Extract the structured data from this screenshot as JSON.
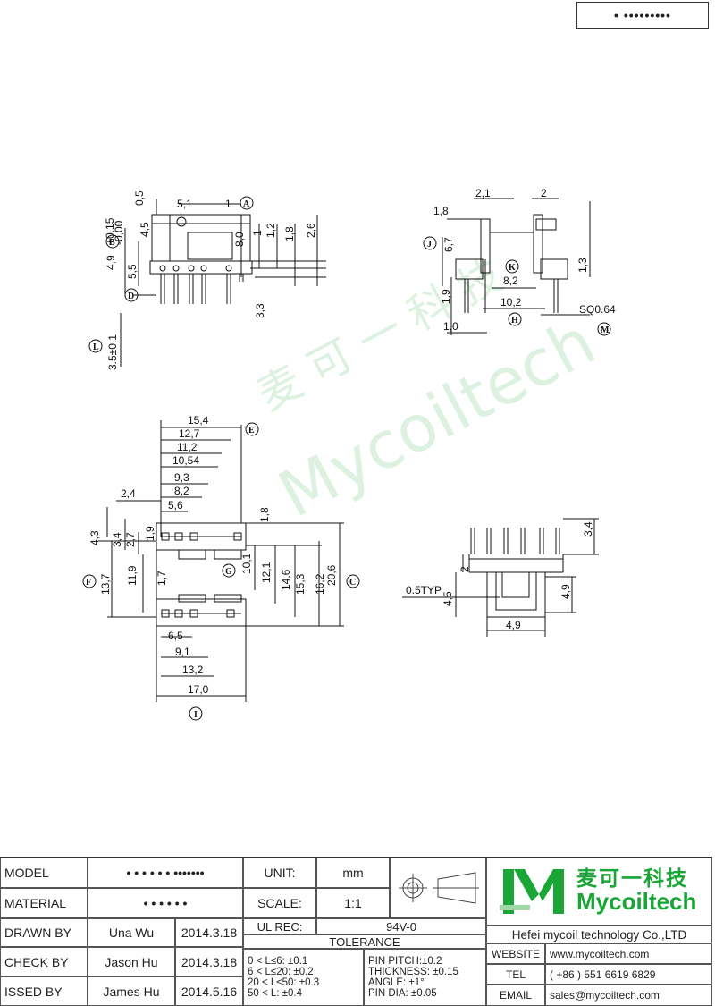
{
  "doc_id": "• •••••••••",
  "watermark": {
    "cn": "麦 可 一 科 技",
    "en": "Mycoiltech"
  },
  "circle_labels": [
    "A",
    "B",
    "C",
    "D",
    "E",
    "F",
    "G",
    "H",
    "I",
    "J",
    "K",
    "L",
    "M"
  ],
  "view_top_left": {
    "dims": [
      "0,5",
      "5,1",
      "1",
      "8,0",
      "1",
      "1,2",
      "1,8",
      "2,6",
      "4,9",
      "+0,15",
      "-0,00",
      "5,5",
      "3,3",
      "3.5±0.1",
      "4,5"
    ]
  },
  "view_top_right": {
    "dims": [
      "2,1",
      "2",
      "1,8",
      "6,7",
      "1,3",
      "8,2",
      "1,9",
      "10,2",
      "SQ0.64",
      "1,0"
    ]
  },
  "view_bottom_left": {
    "dims_top": [
      "15,4",
      "12,7",
      "11,2",
      "10,54",
      "9,3",
      "8,2",
      "2,4",
      "5,6"
    ],
    "dims_right": [
      "1,8",
      "10,1",
      "12,1",
      "14,6",
      "15,3",
      "16,2",
      "20,6"
    ],
    "dims_left": [
      "4,3",
      "3,4",
      "2,7",
      "13,7",
      "11,9",
      "1,9",
      "1,7"
    ],
    "dims_bottom": [
      "6,5",
      "9,1",
      "13,2",
      "17,0"
    ]
  },
  "view_bottom_right": {
    "dims": [
      "3,4",
      "2",
      "4,9",
      "4,9",
      "0.5TYP",
      "4,5"
    ]
  },
  "title_block": {
    "model_label": "MODEL",
    "model_value": "• • • • • • •••••••",
    "material_label": "MATERIAL",
    "material_value": "• • • • • •",
    "drawn_label": "DRAWN BY",
    "drawn_name": "Una Wu",
    "drawn_date": "2014.3.18",
    "check_label": "CHECK BY",
    "check_name": "Jason Hu",
    "check_date": "2014.3.18",
    "issued_label": "ISSED BY",
    "issued_name": "James Hu",
    "issued_date": "2014.5.16",
    "unit_label": "UNIT:",
    "unit_value": "mm",
    "scale_label": "SCALE:",
    "scale_value": "1:1",
    "ul_label": "UL REC:",
    "ul_value": "94V-0",
    "tolerance_label": "TOLERANCE",
    "tol_lines": [
      "0 < L≤6:  ±0.1",
      "6 < L≤20:  ±0.2",
      "20 < L≤50:  ±0.3",
      "50 < L:  ±0.4"
    ],
    "tol_right": [
      "PIN PITCH:±0.2",
      "THICKNESS:  ±0.15",
      "ANGLE:  ±1°",
      "PIN DIA:  ±0.05"
    ],
    "company_cn": "麦可一科技",
    "company_en": "Mycoiltech",
    "company_full": "Hefei mycoil technology Co.,LTD",
    "website_label": "WEBSITE",
    "website_value": "www.mycoiltech.com",
    "tel_label": "TEL",
    "tel_value": "( +86 ) 551 6619 6829",
    "email_label": "EMAIL",
    "email_value": "sales@mycoiltech.com"
  }
}
